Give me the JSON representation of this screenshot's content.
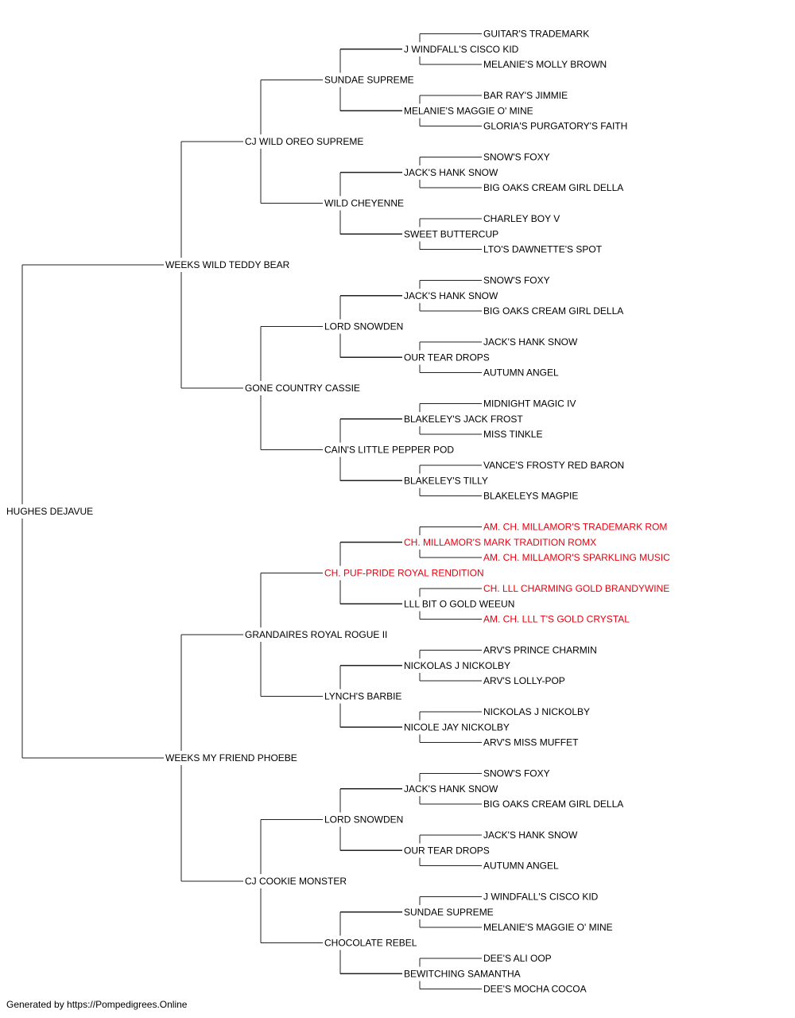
{
  "colors": {
    "normal_text": "#000000",
    "champion_text": "#e8000e",
    "connector": "#222222"
  },
  "pedigree": {
    "name": "HUGHES DEJAVUE",
    "sire": {
      "name": "WEEKS WILD TEDDY BEAR",
      "sire": {
        "name": "CJ WILD OREO SUPREME",
        "sire": {
          "name": "SUNDAE SUPREME",
          "sire": {
            "name": "J WINDFALL'S CISCO KID",
            "sire": {
              "name": "GUITAR'S TRADEMARK"
            },
            "dam": {
              "name": "MELANIE'S MOLLY BROWN"
            }
          },
          "dam": {
            "name": "MELANIE'S MAGGIE O' MINE",
            "sire": {
              "name": "BAR RAY'S JIMMIE"
            },
            "dam": {
              "name": "GLORIA'S PURGATORY'S FAITH"
            }
          }
        },
        "dam": {
          "name": "WILD CHEYENNE",
          "sire": {
            "name": "JACK'S HANK SNOW",
            "sire": {
              "name": "SNOW'S FOXY"
            },
            "dam": {
              "name": "BIG OAKS CREAM GIRL DELLA"
            }
          },
          "dam": {
            "name": "SWEET BUTTERCUP",
            "sire": {
              "name": "CHARLEY BOY V"
            },
            "dam": {
              "name": "LTO'S DAWNETTE'S SPOT"
            }
          }
        }
      },
      "dam": {
        "name": "GONE COUNTRY CASSIE",
        "sire": {
          "name": "LORD SNOWDEN",
          "sire": {
            "name": "JACK'S HANK SNOW",
            "sire": {
              "name": "SNOW'S FOXY"
            },
            "dam": {
              "name": "BIG OAKS CREAM GIRL DELLA"
            }
          },
          "dam": {
            "name": "OUR TEAR DROPS",
            "sire": {
              "name": "JACK'S HANK SNOW"
            },
            "dam": {
              "name": "AUTUMN ANGEL"
            }
          }
        },
        "dam": {
          "name": "CAIN'S LITTLE PEPPER POD",
          "sire": {
            "name": "BLAKELEY'S JACK FROST",
            "sire": {
              "name": "MIDNIGHT MAGIC IV"
            },
            "dam": {
              "name": "MISS TINKLE"
            }
          },
          "dam": {
            "name": "BLAKELEY'S TILLY",
            "sire": {
              "name": "VANCE'S FROSTY RED BARON"
            },
            "dam": {
              "name": "BLAKELEYS MAGPIE"
            }
          }
        }
      }
    },
    "dam": {
      "name": "WEEKS MY FRIEND PHOEBE",
      "sire": {
        "name": "GRANDAIRES ROYAL ROGUE II",
        "sire": {
          "name": "CH. PUF-PRIDE ROYAL RENDITION",
          "champion": true,
          "sire": {
            "name": "CH. MILLAMOR'S MARK TRADITION ROMX",
            "champion": true,
            "sire": {
              "name": "AM. CH. MILLAMOR'S TRADEMARK ROM",
              "champion": true
            },
            "dam": {
              "name": "AM. CH. MILLAMOR'S SPARKLING MUSIC",
              "champion": true
            }
          },
          "dam": {
            "name": "LLL BIT O GOLD WEEUN",
            "sire": {
              "name": "CH. LLL CHARMING GOLD BRANDYWINE",
              "champion": true
            },
            "dam": {
              "name": "AM. CH. LLL T'S GOLD CRYSTAL",
              "champion": true
            }
          }
        },
        "dam": {
          "name": "LYNCH'S BARBIE",
          "sire": {
            "name": "NICKOLAS J NICKOLBY",
            "sire": {
              "name": "ARV'S PRINCE CHARMIN"
            },
            "dam": {
              "name": "ARV'S LOLLY-POP"
            }
          },
          "dam": {
            "name": "NICOLE JAY NICKOLBY",
            "sire": {
              "name": "NICKOLAS J NICKOLBY"
            },
            "dam": {
              "name": "ARV'S MISS MUFFET"
            }
          }
        }
      },
      "dam": {
        "name": "CJ COOKIE MONSTER",
        "sire": {
          "name": "LORD SNOWDEN",
          "sire": {
            "name": "JACK'S HANK SNOW",
            "sire": {
              "name": "SNOW'S FOXY"
            },
            "dam": {
              "name": "BIG OAKS CREAM GIRL DELLA"
            }
          },
          "dam": {
            "name": "OUR TEAR DROPS",
            "sire": {
              "name": "JACK'S HANK SNOW"
            },
            "dam": {
              "name": "AUTUMN ANGEL"
            }
          }
        },
        "dam": {
          "name": "CHOCOLATE REBEL",
          "sire": {
            "name": "SUNDAE SUPREME",
            "sire": {
              "name": "J WINDFALL'S CISCO KID"
            },
            "dam": {
              "name": "MELANIE'S MAGGIE O' MINE"
            }
          },
          "dam": {
            "name": "BEWITCHING SAMANTHA",
            "sire": {
              "name": "DEE'S ALI OOP"
            },
            "dam": {
              "name": "DEE'S MOCHA COCOA"
            }
          }
        }
      }
    }
  },
  "footer": {
    "text": "Generated by https://Pompedigrees.Online"
  }
}
